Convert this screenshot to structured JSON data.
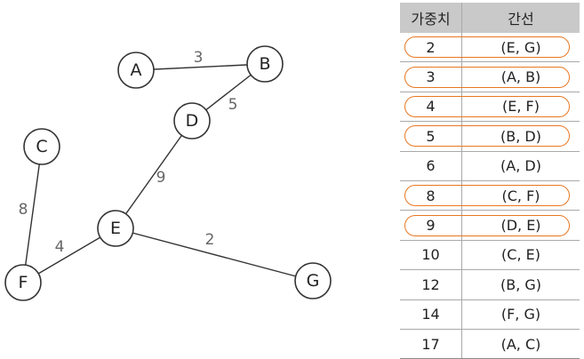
{
  "graph": {
    "nodes": [
      {
        "id": "A",
        "label": "A"
      },
      {
        "id": "B",
        "label": "B"
      },
      {
        "id": "C",
        "label": "C"
      },
      {
        "id": "D",
        "label": "D"
      },
      {
        "id": "E",
        "label": "E"
      },
      {
        "id": "F",
        "label": "F"
      },
      {
        "id": "G",
        "label": "G"
      }
    ],
    "edges": [
      {
        "from": "A",
        "to": "B",
        "weight": "3"
      },
      {
        "from": "B",
        "to": "D",
        "weight": "5"
      },
      {
        "from": "D",
        "to": "E",
        "weight": "9"
      },
      {
        "from": "C",
        "to": "F",
        "weight": "8"
      },
      {
        "from": "E",
        "to": "F",
        "weight": "4"
      },
      {
        "from": "E",
        "to": "G",
        "weight": "2"
      }
    ]
  },
  "table": {
    "header_weight": "가중치",
    "header_edge": "간선",
    "rows": [
      {
        "weight": "2",
        "edge": "(E, G)",
        "selected": true
      },
      {
        "weight": "3",
        "edge": "(A, B)",
        "selected": true
      },
      {
        "weight": "4",
        "edge": "(E, F)",
        "selected": true
      },
      {
        "weight": "5",
        "edge": "(B, D)",
        "selected": true
      },
      {
        "weight": "6",
        "edge": "(A, D)",
        "selected": false
      },
      {
        "weight": "8",
        "edge": "(C, F)",
        "selected": true
      },
      {
        "weight": "9",
        "edge": "(D, E)",
        "selected": true
      },
      {
        "weight": "10",
        "edge": "(C, E)",
        "selected": false
      },
      {
        "weight": "12",
        "edge": "(B, G)",
        "selected": false
      },
      {
        "weight": "14",
        "edge": "(F, G)",
        "selected": false
      },
      {
        "weight": "17",
        "edge": "(A, C)",
        "selected": false
      }
    ]
  },
  "colors": {
    "highlight": "#e87722",
    "header_bg": "#c9c9c9"
  }
}
